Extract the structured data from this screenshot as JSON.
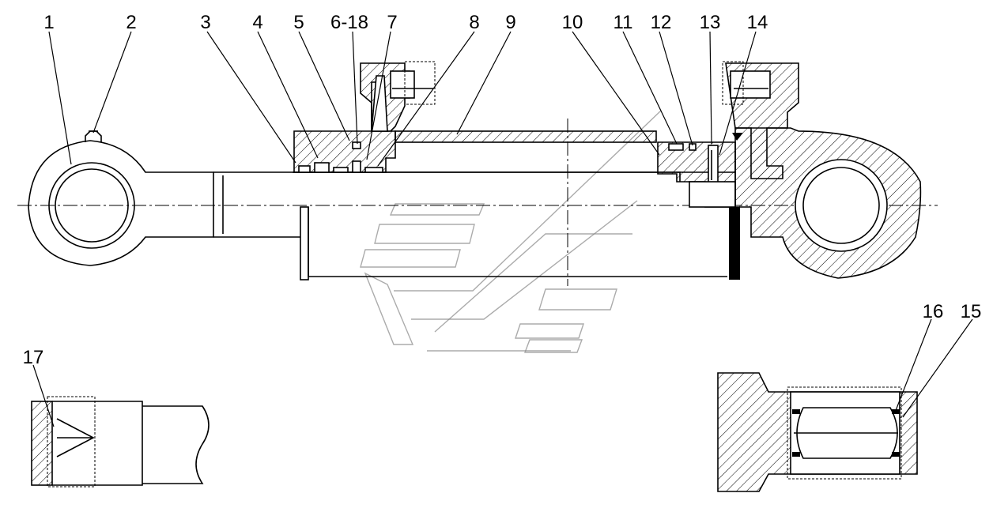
{
  "callouts": [
    {
      "id": "c1",
      "label": "1"
    },
    {
      "id": "c2",
      "label": "2"
    },
    {
      "id": "c3",
      "label": "3"
    },
    {
      "id": "c4",
      "label": "4"
    },
    {
      "id": "c5",
      "label": "5"
    },
    {
      "id": "c6",
      "label": "6-18"
    },
    {
      "id": "c7",
      "label": "7"
    },
    {
      "id": "c8",
      "label": "8"
    },
    {
      "id": "c9",
      "label": "9"
    },
    {
      "id": "c10",
      "label": "10"
    },
    {
      "id": "c11",
      "label": "11"
    },
    {
      "id": "c12",
      "label": "12"
    },
    {
      "id": "c13",
      "label": "13"
    },
    {
      "id": "c14",
      "label": "14"
    },
    {
      "id": "c15",
      "label": "15"
    },
    {
      "id": "c16",
      "label": "16"
    },
    {
      "id": "c17",
      "label": "17"
    }
  ],
  "colors": {
    "line": "#000000",
    "background": "#ffffff",
    "watermark": "#888888"
  }
}
